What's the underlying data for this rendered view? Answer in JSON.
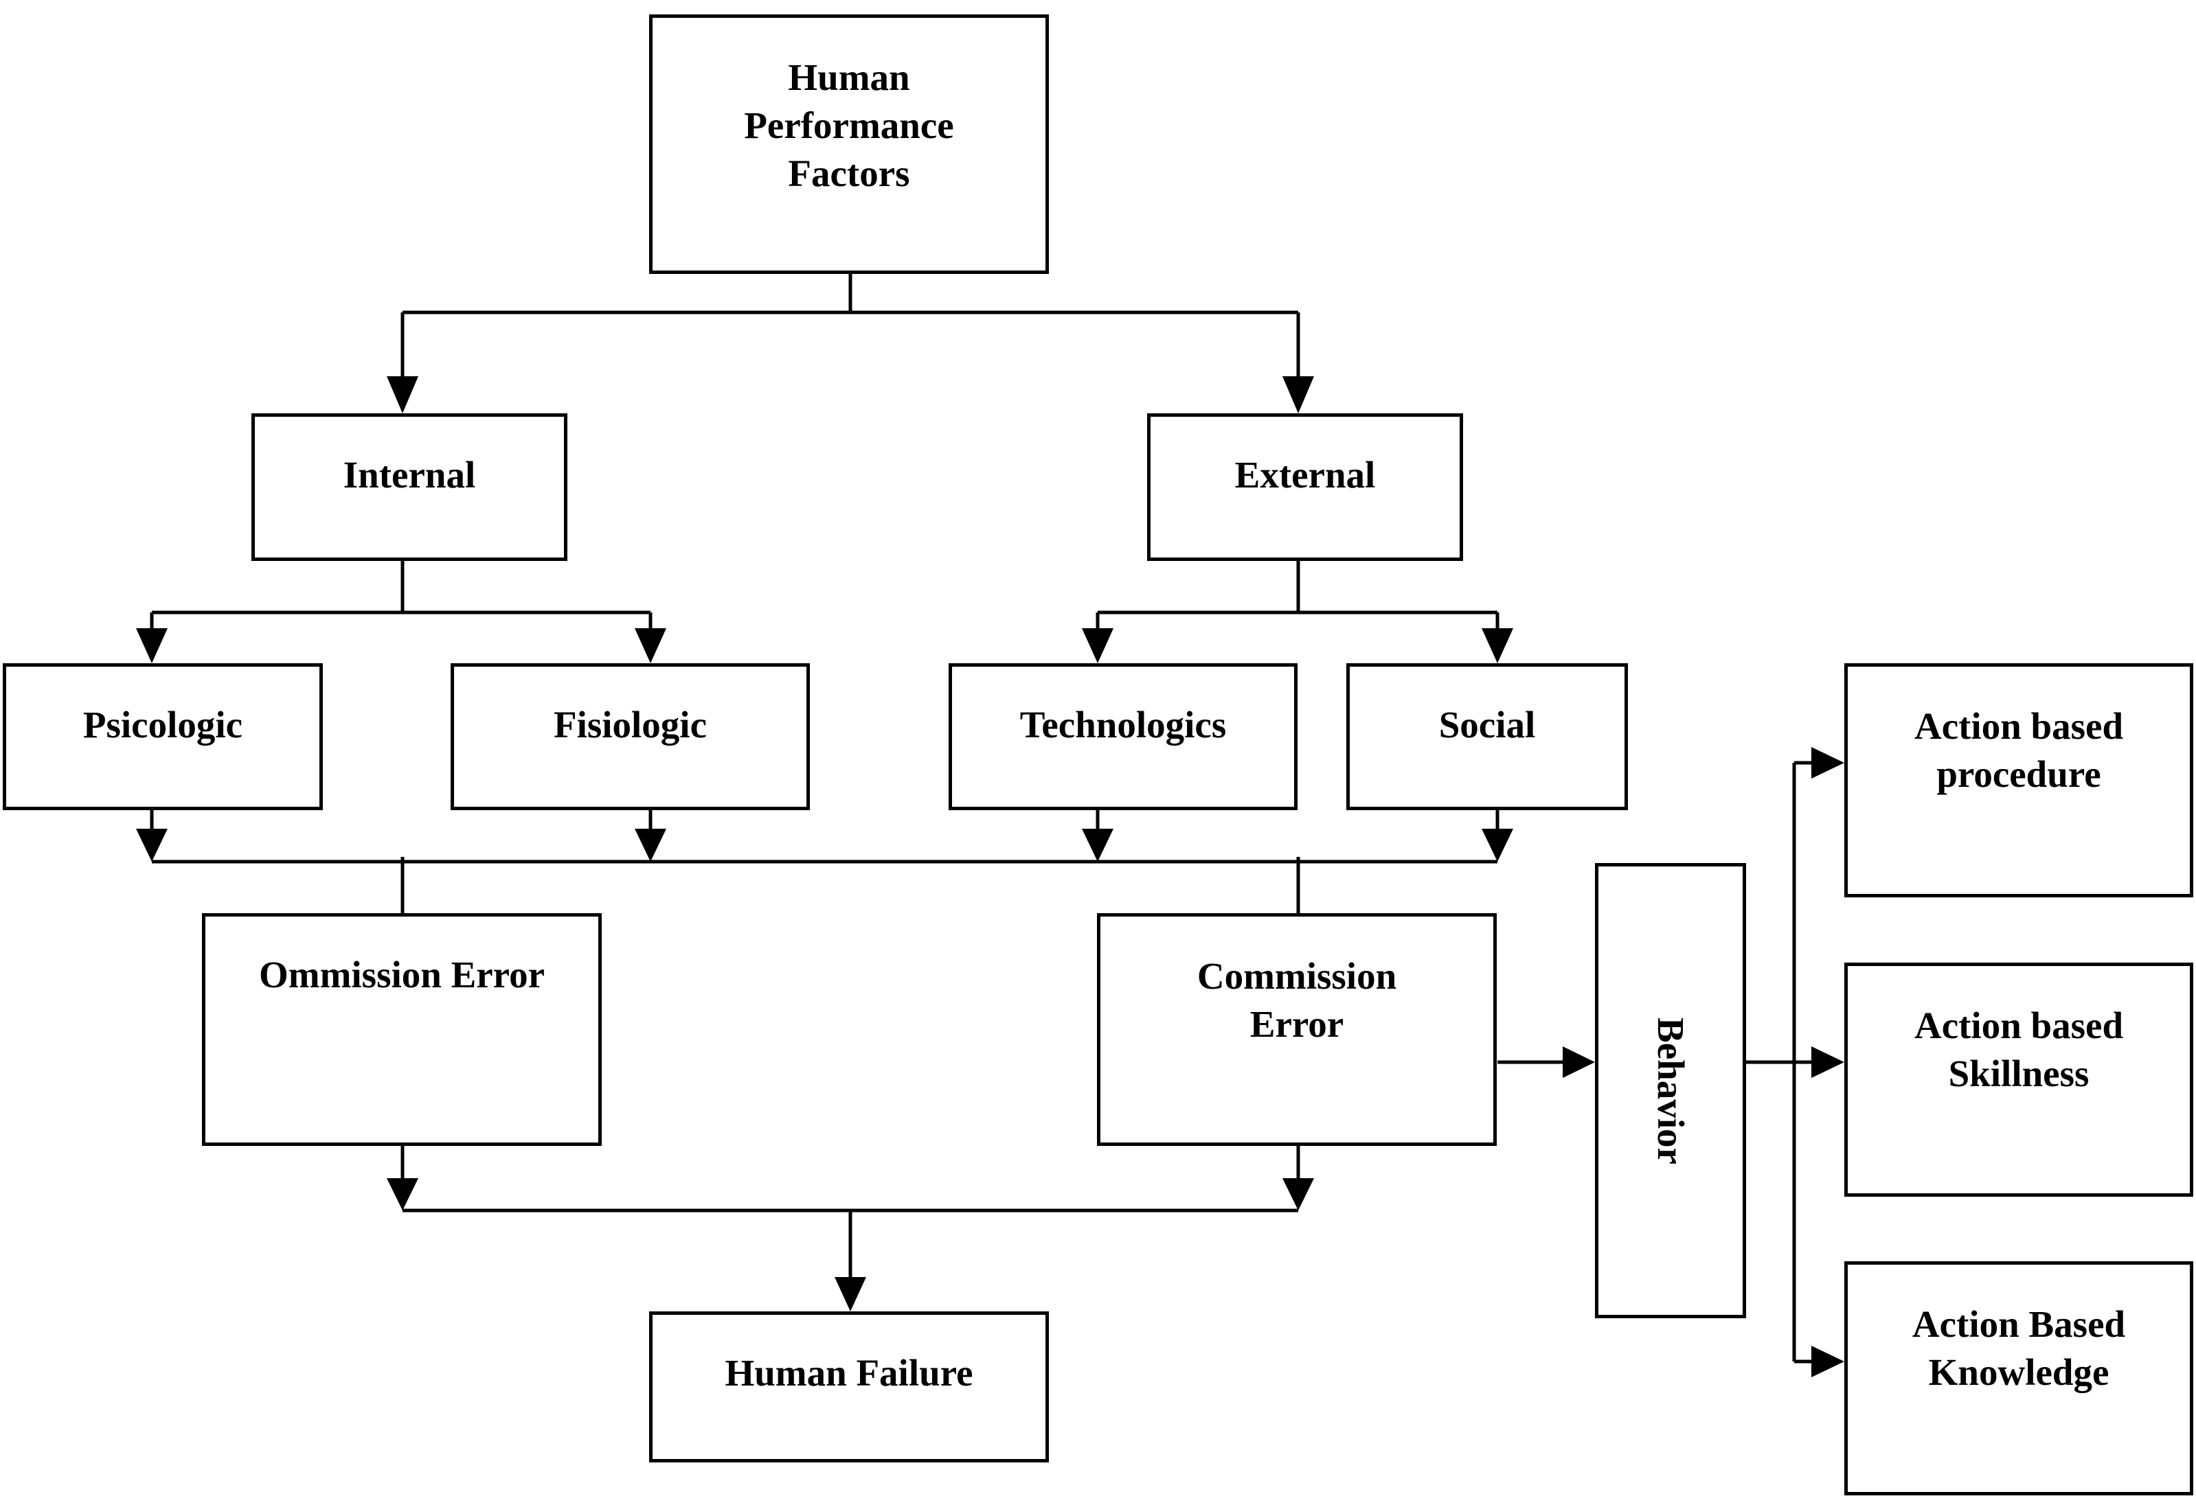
{
  "nodes": {
    "human_performance_factors": [
      "Human",
      "Performance",
      "Factors"
    ],
    "internal": "Internal",
    "external": "External",
    "psicologic": "Psicologic",
    "fisiologic": "Fisiologic",
    "technologics": "Technologics",
    "social": "Social",
    "ommission_error": "Ommission Error",
    "commission_error": [
      "Commission",
      "Error"
    ],
    "human_failure": "Human Failure",
    "behavior": "Behavior",
    "action_procedure": [
      "Action based",
      "procedure"
    ],
    "action_skillness": [
      "Action based",
      "Skillness"
    ],
    "action_knowledge": [
      "Action Based",
      "Knowledge"
    ]
  },
  "colors": {
    "stroke": "#000000",
    "fill": "#ffffff",
    "text": "#000000"
  }
}
